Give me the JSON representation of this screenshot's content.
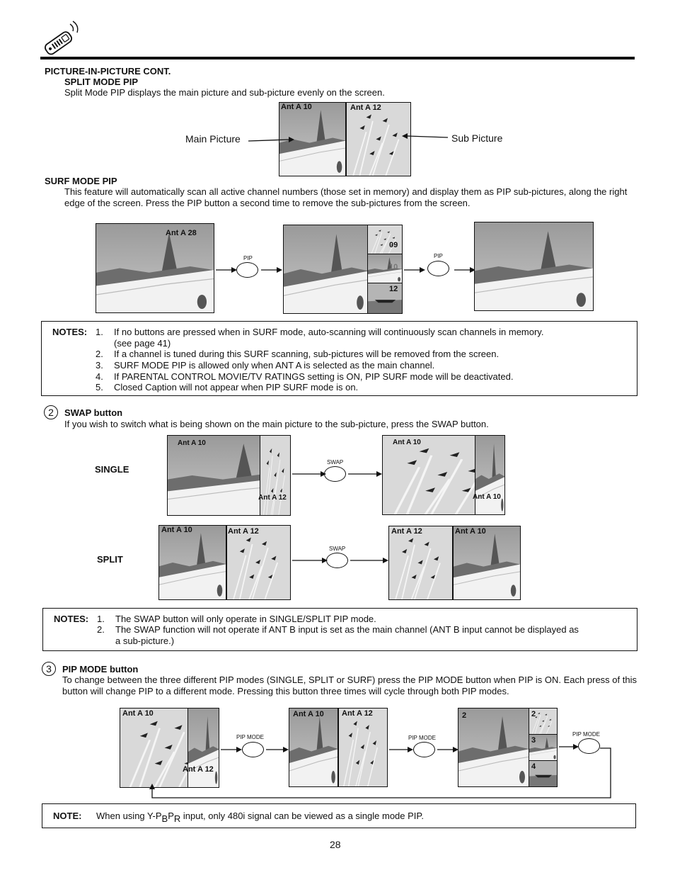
{
  "header": {
    "icon": "remote-control-icon"
  },
  "section_pip": {
    "title": "PICTURE-IN-PICTURE CONT.",
    "split_title": "SPLIT MODE PIP",
    "split_desc": "Split Mode PIP displays the main picture and sub-picture evenly on the screen.",
    "split_left_label": "Ant A 10",
    "split_right_label": "Ant A 12",
    "main_picture": "Main Picture",
    "sub_picture": "Sub Picture"
  },
  "surf": {
    "title": "SURF MODE PIP",
    "desc": "This feature will automatically scan all active channel numbers (those set in memory) and display them as PIP sub-pictures, along the right edge of the screen.  Press the PIP button a second time to remove the sub-pictures from the screen.",
    "screen1_label": "Ant A   28",
    "pip_label": "PIP",
    "ch1": "09",
    "ch2": "10",
    "ch3": "12"
  },
  "notes1": {
    "heading": "NOTES:",
    "items": [
      {
        "num": "1.",
        "text": "If no buttons are pressed when in SURF mode, auto-scanning will continuously scan channels in memory.",
        "text2": "(see page 41)"
      },
      {
        "num": "2.",
        "text": "If a channel is tuned during this SURF scanning, sub-pictures will be removed from the screen."
      },
      {
        "num": "3.",
        "text": "SURF MODE PIP is allowed only when ANT A is selected as the main channel."
      },
      {
        "num": "4.",
        "text": "If PARENTAL CONTROL MOVIE/TV RATINGS setting is ON, PIP SURF mode will be deactivated."
      },
      {
        "num": "5.",
        "text": "Closed Caption will not appear when PIP SURF mode is on."
      }
    ]
  },
  "swap": {
    "marker": "2",
    "title": "SWAP button",
    "desc": "If you wish to switch what is being shown on the main picture to the sub-picture, press the SWAP button.",
    "single_label": "SINGLE",
    "split_label": "SPLIT",
    "swap_btn": "SWAP",
    "ant_a_10_sp": "Ant A   10",
    "ant_a_12": "Ant A 12",
    "ant_a_10": "Ant A 10"
  },
  "notes2": {
    "heading": "NOTES:",
    "items": [
      {
        "num": "1.",
        "text": "The SWAP button will only operate in SINGLE/SPLIT PIP mode."
      },
      {
        "num": "2.",
        "text": "The SWAP function will not operate if ANT B input is set as the main channel (ANT B input cannot be displayed as",
        "text2": "a sub-picture.)"
      }
    ]
  },
  "pipmode": {
    "marker": "3",
    "title": "PIP MODE button",
    "desc": "To change between the three different PIP modes (SINGLE, SPLIT or SURF) press the PIP MODE button when PIP is ON. Each press of this button will change PIP to a different mode.  Pressing this button three times will cycle through both PIP modes.",
    "btn": "PIP MODE",
    "ant_a_10": "Ant A 10",
    "ant_a_12": "Ant A 12",
    "ch2": "2",
    "ch3": "3",
    "ch4": "4"
  },
  "note3": {
    "heading": "NOTE:",
    "text_a": "When using Y-P",
    "sub_b": "B",
    "text_p": "P",
    "sub_r": "R",
    "text_b": " input, only 480i signal can be viewed as a single mode PIP."
  },
  "page_number": "28"
}
